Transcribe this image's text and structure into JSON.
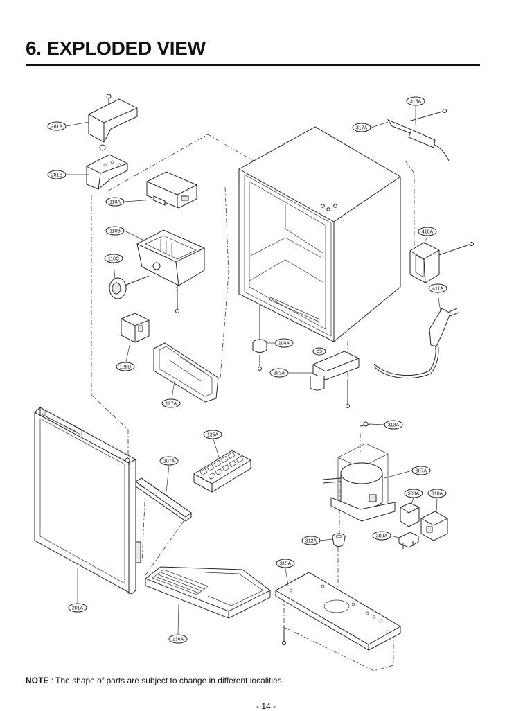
{
  "title": "6. EXPLODED VIEW",
  "note": {
    "label": "NOTE",
    "text": " : The shape of parts are subject to change in different localities."
  },
  "page_number": "- 14 -",
  "parts": [
    {
      "id": "281A"
    },
    {
      "id": "281B"
    },
    {
      "id": "110A"
    },
    {
      "id": "110B"
    },
    {
      "id": "110C"
    },
    {
      "id": "128D"
    },
    {
      "id": "127A"
    },
    {
      "id": "104A"
    },
    {
      "id": "283A"
    },
    {
      "id": "318A"
    },
    {
      "id": "317A"
    },
    {
      "id": "410A"
    },
    {
      "id": "411A"
    },
    {
      "id": "125A"
    },
    {
      "id": "207A"
    },
    {
      "id": "201A"
    },
    {
      "id": "136A"
    },
    {
      "id": "313A"
    },
    {
      "id": "307A"
    },
    {
      "id": "308A"
    },
    {
      "id": "310A"
    },
    {
      "id": "309A"
    },
    {
      "id": "312A"
    },
    {
      "id": "315A"
    }
  ]
}
